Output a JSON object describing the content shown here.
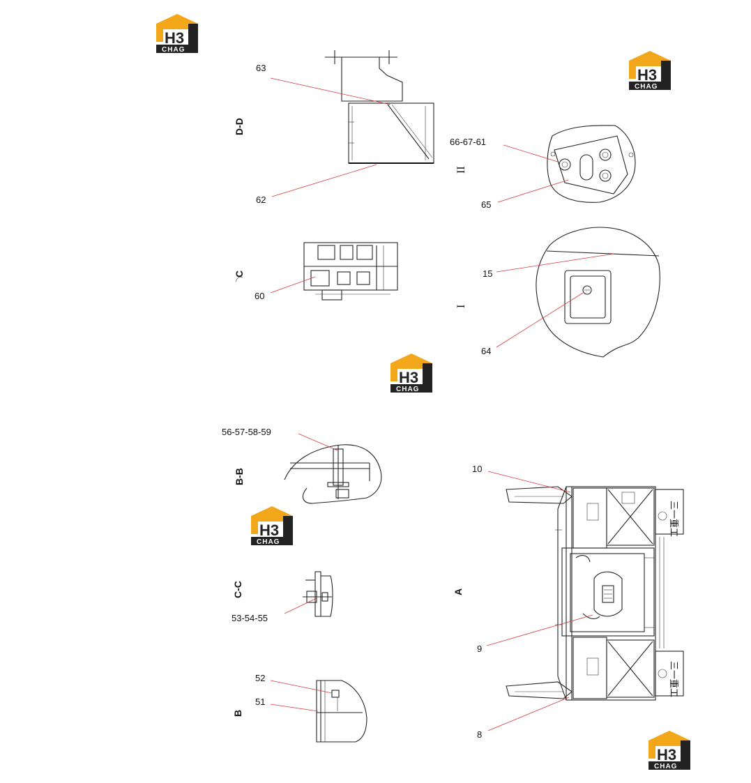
{
  "brand": {
    "mark": "H3",
    "text": "CHAG"
  },
  "views": {
    "dd": "D-D",
    "c_arrow": "C",
    "roman2": "II",
    "roman1": "I",
    "bb": "B-B",
    "cc": "C-C",
    "b": "B",
    "a": "A"
  },
  "callouts": {
    "c63": "63",
    "c62": "62",
    "c66_67_61": "66-67-61",
    "c65": "65",
    "c60": "60",
    "c15": "15",
    "c64": "64",
    "c56_59": "56-57-58-59",
    "c10": "10",
    "c53_55": "53-54-55",
    "c9": "9",
    "c52": "52",
    "c51": "51",
    "c8": "8"
  },
  "sign_text": "三一重工",
  "colors": {
    "leader": "#d63a3a",
    "logo_orange": "#f2a71b",
    "logo_dark": "#222222"
  }
}
